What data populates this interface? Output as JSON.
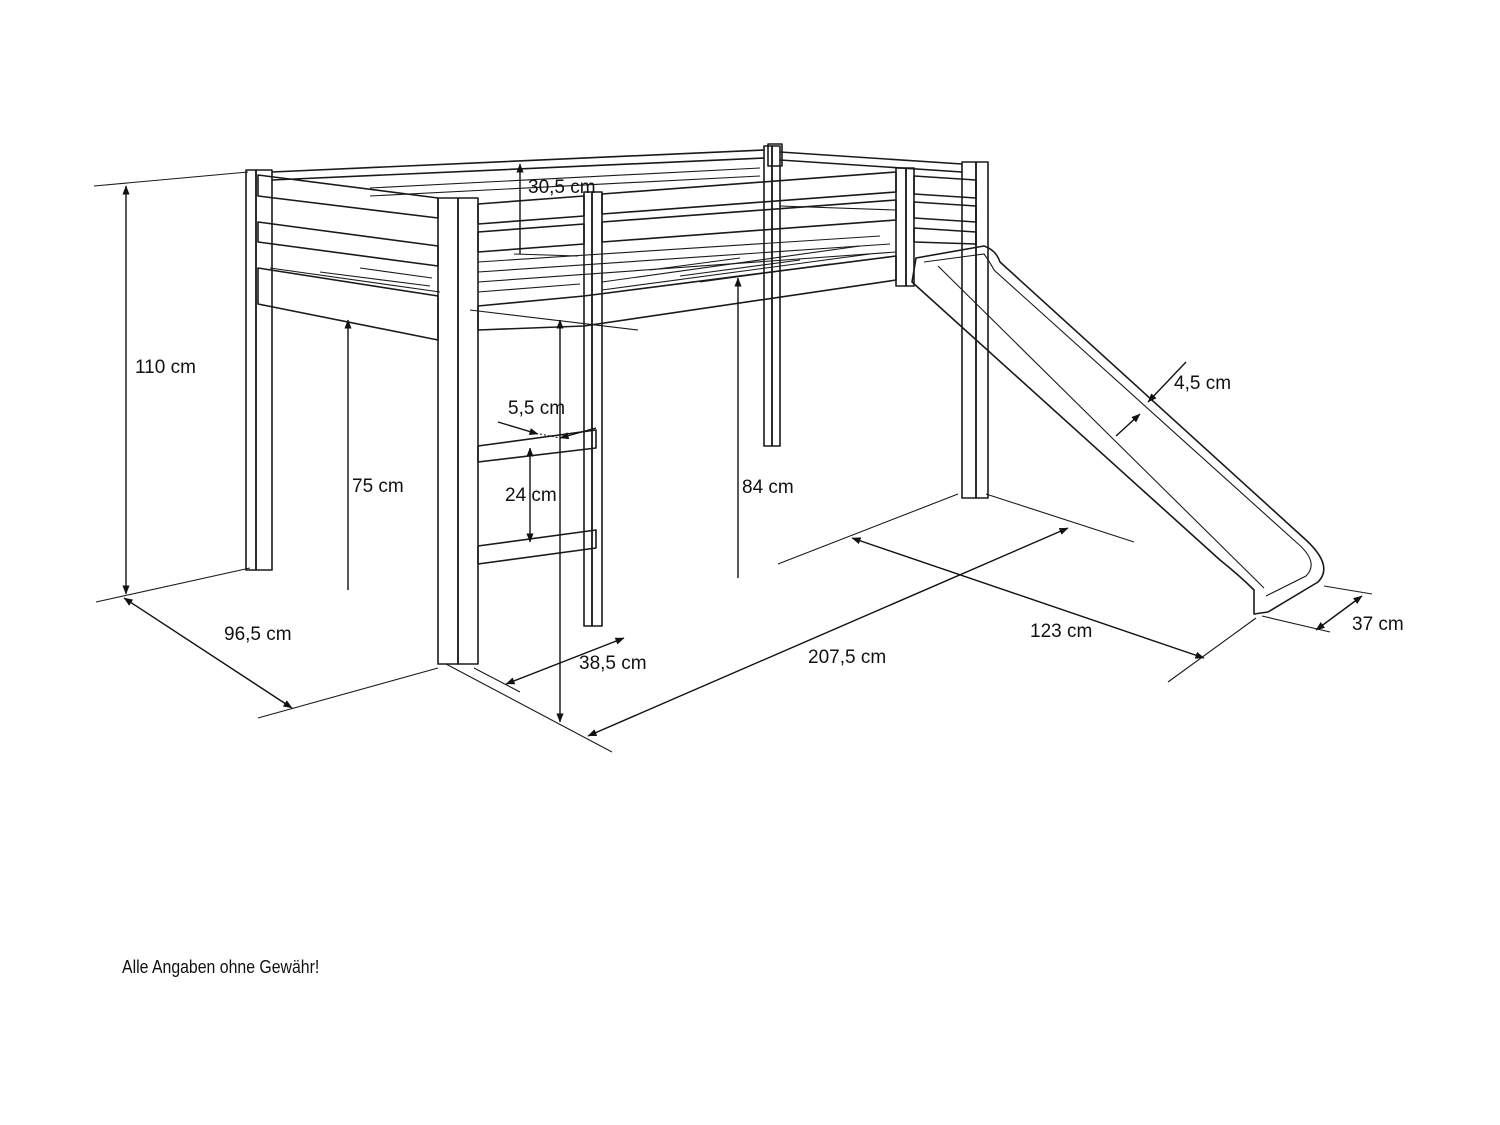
{
  "dimensions": {
    "total_height": "110 cm",
    "rail_height": "30,5 cm",
    "underside_height": "75 cm",
    "bed_height": "84 cm",
    "ladder_rung_thickness": "5,5 cm",
    "ladder_rung_spacing": "24 cm",
    "ladder_width": "38,5 cm",
    "depth": "96,5 cm",
    "length": "207,5 cm",
    "slide_length": "123 cm",
    "slide_width": "37 cm",
    "slide_side_height": "4,5 cm"
  },
  "disclaimer": "Alle Angaben ohne Gewähr!",
  "colors": {
    "line": "#1a1a1a",
    "background": "#ffffff"
  }
}
